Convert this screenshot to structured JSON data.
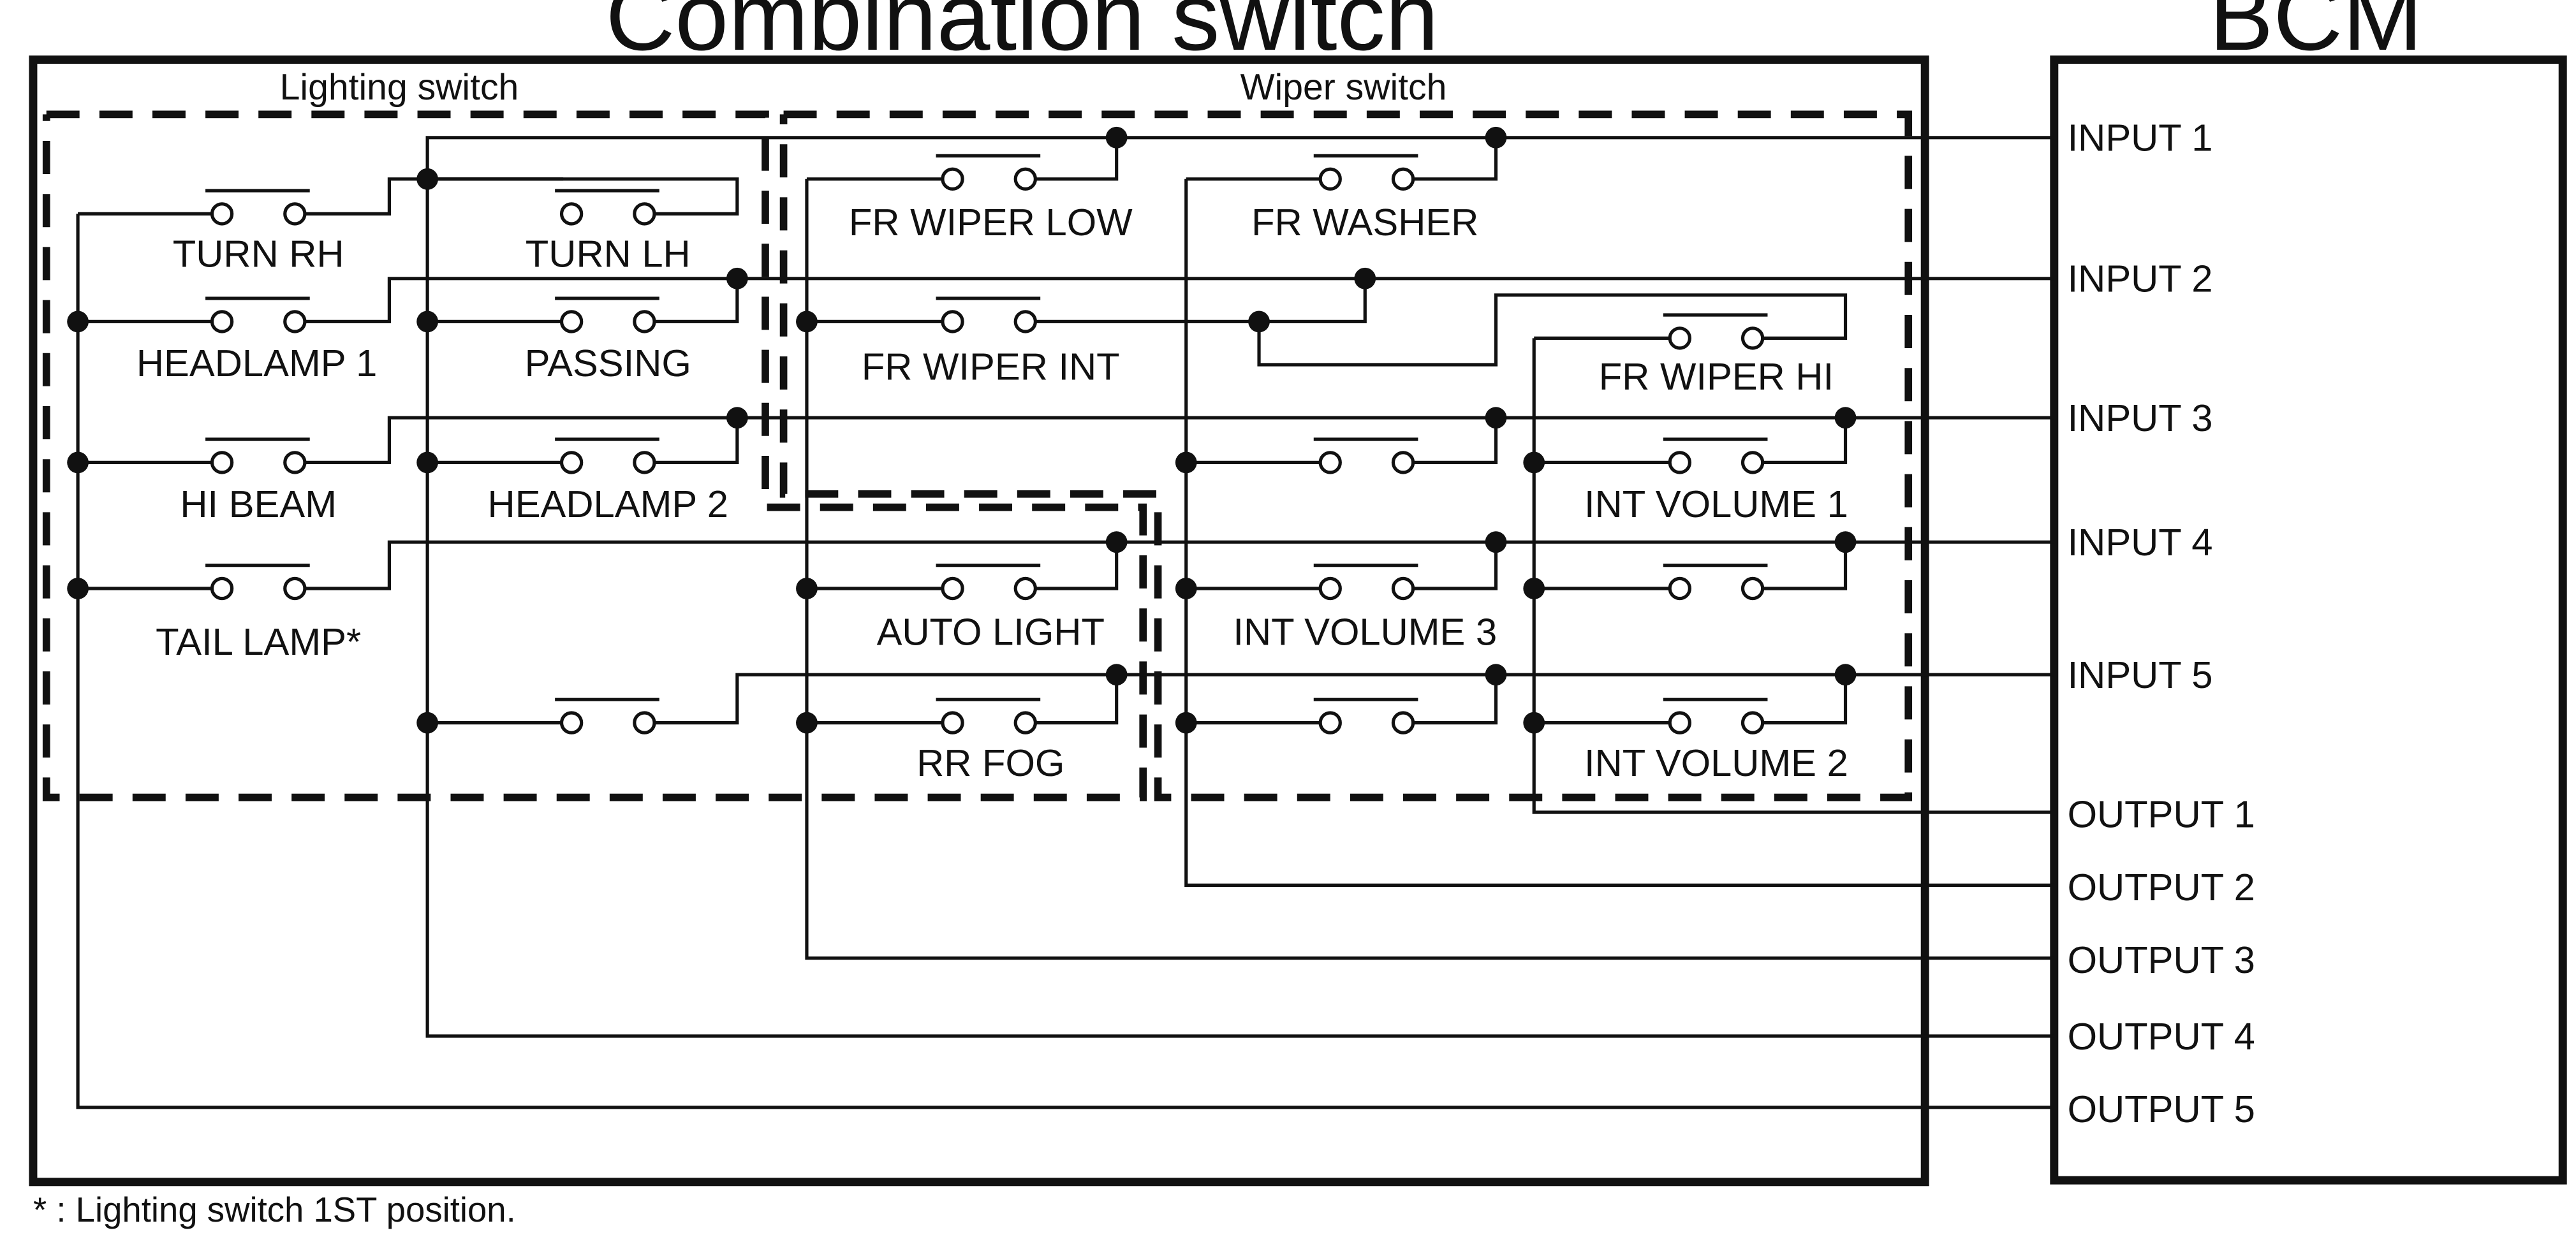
{
  "titles": {
    "combination_switch": "Combination switch",
    "bcm": "BCM",
    "lighting_switch": "Lighting switch",
    "wiper_switch": "Wiper switch"
  },
  "switch_labels": {
    "turn_rh": "TURN RH",
    "turn_lh": "TURN LH",
    "headlamp_1": "HEADLAMP 1",
    "passing": "PASSING",
    "hi_beam": "HI BEAM",
    "headlamp_2": "HEADLAMP 2",
    "tail_lamp": "TAIL LAMP*",
    "fr_wiper_low": "FR WIPER LOW",
    "fr_washer": "FR WASHER",
    "fr_wiper_int": "FR WIPER INT",
    "fr_wiper_hi": "FR WIPER HI",
    "int_volume_1": "INT VOLUME 1",
    "auto_light": "AUTO LIGHT",
    "int_volume_3": "INT VOLUME 3",
    "rr_fog": "RR FOG",
    "int_volume_2": "INT VOLUME 2"
  },
  "bcm_terminals": {
    "input_1": "INPUT 1",
    "input_2": "INPUT 2",
    "input_3": "INPUT 3",
    "input_4": "INPUT 4",
    "input_5": "INPUT 5",
    "output_1": "OUTPUT 1",
    "output_2": "OUTPUT 2",
    "output_3": "OUTPUT 3",
    "output_4": "OUTPUT 4",
    "output_5": "OUTPUT 5"
  },
  "footnote": "* : Lighting switch 1ST position."
}
